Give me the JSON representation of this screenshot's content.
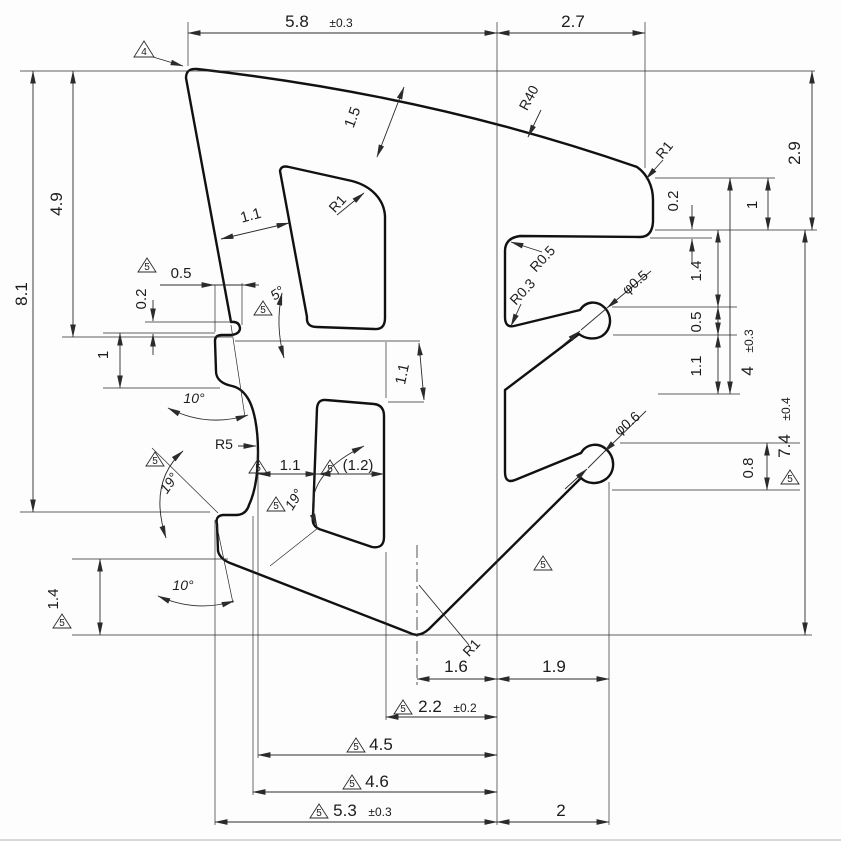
{
  "colors": {
    "line": "#111111",
    "dimension": "#2b2b2b",
    "background": "#fdfdfd"
  },
  "symbols": {
    "tri4": "4",
    "tri5": "5"
  },
  "labels": {
    "d58": "5.8",
    "tol03": "±0.3",
    "d27": "2.7",
    "d81": "8.1",
    "d49": "4.9",
    "d15": "1.5",
    "v11": "1.1",
    "v05": "0.5",
    "v02": "0.2",
    "v1": "1",
    "v14": "1.4",
    "deg5": "5°",
    "deg10": "10°",
    "deg19": "19°",
    "r40": "R40",
    "r1": "R1",
    "r5": "R5",
    "r05": "R0.5",
    "r03": "R0.3",
    "phi05": "φ0.5",
    "phi06": "φ0.6",
    "d29": "2.9",
    "d4": "4",
    "d74": "7.4",
    "tol04": "±0.4",
    "d08": "0.8",
    "d12p": "(1.2)",
    "d16": "1.6",
    "d19": "1.9",
    "d22": "2.2",
    "tol02": "±0.2",
    "d45": "4.5",
    "d46": "4.6",
    "d53": "5.3",
    "d2": "2"
  }
}
